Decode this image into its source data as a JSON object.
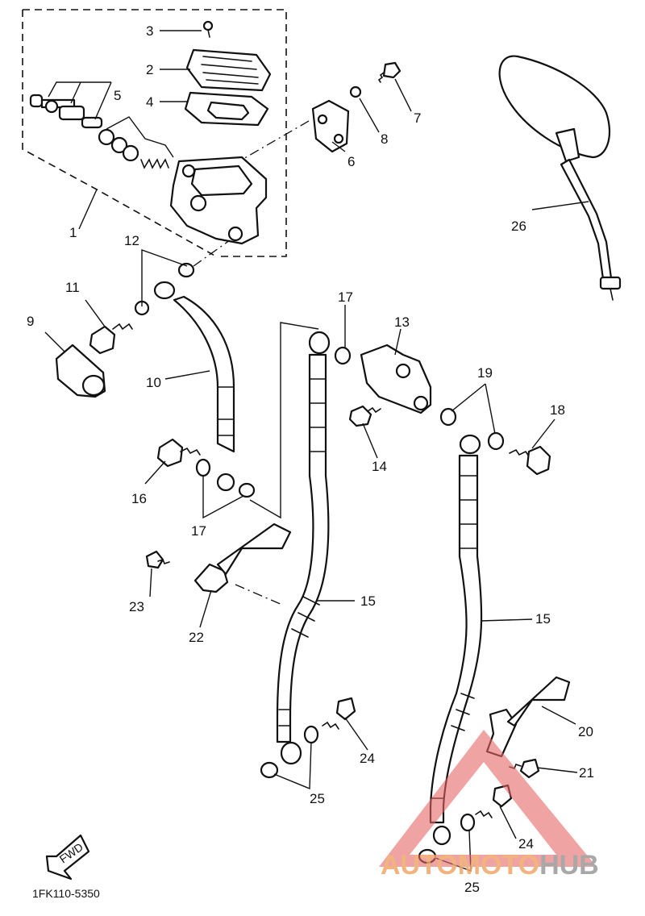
{
  "labels": {
    "p1": "1",
    "p2": "2",
    "p3": "3",
    "p4": "4",
    "p5": "5",
    "p6": "6",
    "p7": "7",
    "p8": "8",
    "p9": "9",
    "p10": "10",
    "p11": "11",
    "p12": "12",
    "p13": "13",
    "p14": "14",
    "p15a": "15",
    "p15b": "15",
    "p16": "16",
    "p17a": "17",
    "p17b": "17",
    "p18": "18",
    "p19": "19",
    "p20": "20",
    "p21": "21",
    "p22": "22",
    "p23": "23",
    "p24a": "24",
    "p24b": "24",
    "p25a": "25",
    "p25b": "25",
    "p26": "26"
  },
  "fwd_label": "FWD",
  "diagram_code": "1FK110-5350",
  "watermark": {
    "part1": "AUTOMOTO",
    "part2": "HUB",
    "color1": "#f0a868",
    "color2": "#9a9a9a",
    "triangle_color": "#e56565"
  }
}
